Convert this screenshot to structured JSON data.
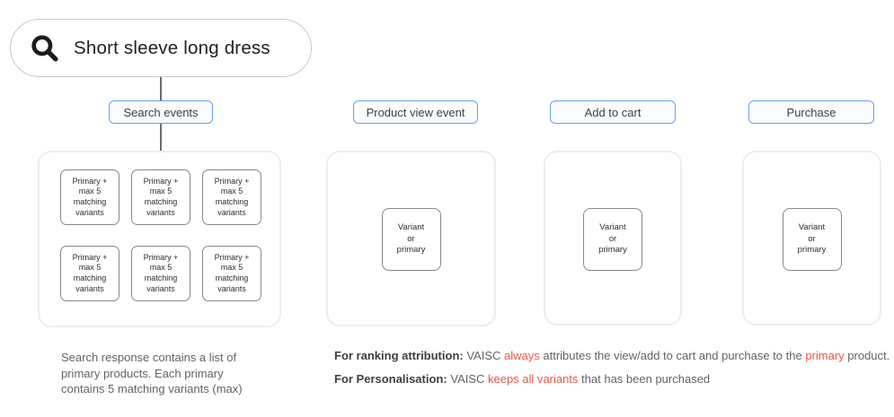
{
  "colors": {
    "event_label_border": "#669DF6",
    "red_highlight": "#EB554B",
    "container_border": "#EBEDEF",
    "inner_box_border": "#84888D",
    "text_dark": "#202124",
    "text_gray": "#5F6368"
  },
  "search_bar": {
    "icon": "search-icon",
    "query": "Short sleeve long dress"
  },
  "event_labels": {
    "search": "Search events",
    "product_view": "Product view event",
    "add_to_cart": "Add to cart",
    "purchase": "Purchase"
  },
  "search_container": {
    "boxes": [
      "Primary +\nmax 5\nmatching\nvariants",
      "Primary +\nmax 5\nmatching\nvariants",
      "Primary +\nmax 5\nmatching\nvariants",
      "Primary +\nmax 5\nmatching\nvariants",
      "Primary +\nmax 5\nmatching\nvariants",
      "Primary +\nmax 5\nmatching\nvariants"
    ]
  },
  "variant_box": "Variant\nor\nprimary",
  "caption": {
    "line1": "Search response contains a list of",
    "line2": "primary products. Each primary",
    "line3": "contains 5 matching variants (max)"
  },
  "notes": {
    "ranking": {
      "label": "For ranking attribution:",
      "t1": " VAISC ",
      "r1": "always",
      "t2": " attributes the view/add to cart and purchase to the ",
      "r2": "primary",
      "t3": " product."
    },
    "personalisation": {
      "label": "For Personalisation:",
      "t1": " VAISC ",
      "r1": "keeps all variants",
      "t2": " that has been purchased"
    }
  }
}
